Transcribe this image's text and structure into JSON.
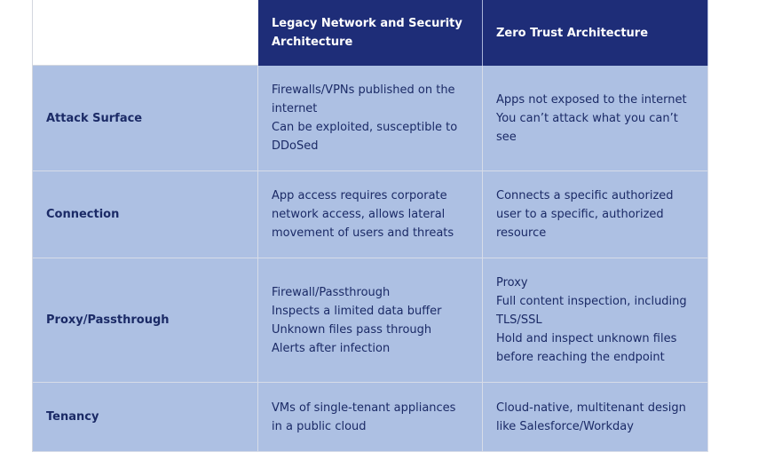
{
  "header": {
    "col1": "",
    "col2": "Legacy Network and Security Architecture",
    "col3": "Zero Trust Architecture"
  },
  "rows": [
    {
      "label": "Attack Surface",
      "legacy": [
        "Firewalls/VPNs published on the internet",
        "Can be exploited, susceptible to DDoSed"
      ],
      "zero_trust": [
        "Apps not exposed to the internet",
        "You can’t attack what you can’t see"
      ]
    },
    {
      "label": "Connection",
      "legacy": [
        "App access requires corporate network access, allows lateral movement of users and threats"
      ],
      "zero_trust": [
        "Connects a specific authorized user to a specific, authorized resource"
      ]
    },
    {
      "label": "Proxy/Passthrough",
      "legacy": [
        "Firewall/Passthrough",
        "Inspects a limited data buffer",
        "Unknown files pass through",
        "Alerts after infection"
      ],
      "zero_trust": [
        "Proxy",
        "Full content inspection, including TLS/SSL",
        "Hold and inspect unknown files before reaching the endpoint"
      ]
    },
    {
      "label": "Tenancy",
      "legacy": [
        "VMs of single-tenant appliances in a public cloud"
      ],
      "zero_trust": [
        "Cloud-native, multitenant design like Salesforce/Workday"
      ]
    }
  ]
}
